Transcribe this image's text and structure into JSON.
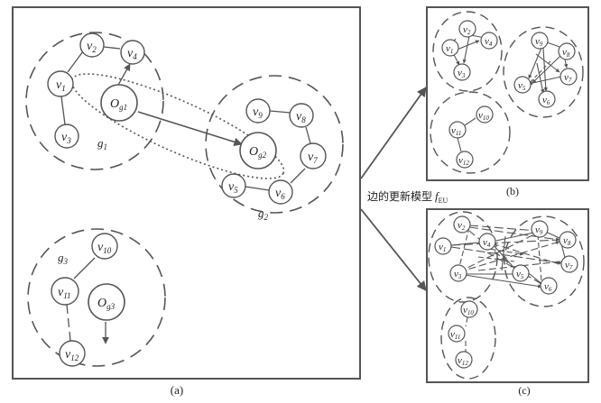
{
  "panels": {
    "a": {
      "caption": "(a)"
    },
    "b": {
      "caption": "(b)"
    },
    "c": {
      "caption": "(c)"
    }
  },
  "arrow_label": {
    "text": "边的更新模型",
    "symbol": "f",
    "subscript": "EU"
  },
  "graph_a": {
    "groups": [
      {
        "id": "g1",
        "label": "g",
        "sub": "1"
      },
      {
        "id": "g2",
        "label": "g",
        "sub": "2"
      },
      {
        "id": "g3",
        "label": "g",
        "sub": "3"
      }
    ],
    "centers": [
      {
        "id": "Og1",
        "label": "O",
        "sub": "g1"
      },
      {
        "id": "Og2",
        "label": "O",
        "sub": "g2"
      },
      {
        "id": "Og3",
        "label": "O",
        "sub": "g3"
      }
    ],
    "nodes": [
      {
        "id": "v1",
        "label": "v",
        "sub": "1"
      },
      {
        "id": "v2",
        "label": "v",
        "sub": "2"
      },
      {
        "id": "v3",
        "label": "v",
        "sub": "3"
      },
      {
        "id": "v4",
        "label": "v",
        "sub": "4"
      },
      {
        "id": "v5",
        "label": "v",
        "sub": "5"
      },
      {
        "id": "v6",
        "label": "v",
        "sub": "6"
      },
      {
        "id": "v7",
        "label": "v",
        "sub": "7"
      },
      {
        "id": "v8",
        "label": "v",
        "sub": "8"
      },
      {
        "id": "v9",
        "label": "v",
        "sub": "9"
      },
      {
        "id": "v10",
        "label": "v",
        "sub": "10"
      },
      {
        "id": "v11",
        "label": "v",
        "sub": "11"
      },
      {
        "id": "v12",
        "label": "v",
        "sub": "12"
      }
    ]
  },
  "colors": {
    "stroke": "#555555",
    "text": "#222222",
    "background": "#ffffff"
  }
}
